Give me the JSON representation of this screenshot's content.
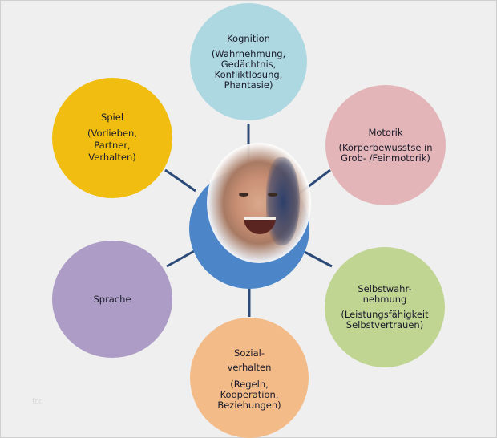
{
  "center": {
    "image": "child-photo"
  },
  "nodes": [
    {
      "id": "kognition",
      "title": "Kognition",
      "detail": "(Wahrnehmung, Gedächtnis, Konfliktlösung, Phantasie)",
      "color": "#add8e2"
    },
    {
      "id": "motorik",
      "title": "Motorik",
      "detail": "(Körperbewusstse in Grob- /Feinmotorik)",
      "color": "#e3b5b8"
    },
    {
      "id": "selbstwahrnehmung",
      "title": "Selbstwahr- nehmung",
      "detail": "(Leistungsfähigkeit Selbstvertrauen)",
      "color": "#c0d592"
    },
    {
      "id": "sozialverhalten",
      "title": "Sozial- verhalten",
      "detail": "(Regeln, Kooperation, Beziehungen)",
      "color": "#f3bb88"
    },
    {
      "id": "sprache",
      "title": "Sprache",
      "detail": "",
      "color": "#ad9dc6"
    },
    {
      "id": "spiel",
      "title": "Spiel",
      "detail": "(Vorlieben, Partner, Verhalten)",
      "color": "#f0bd10"
    }
  ],
  "watermark": "fcc"
}
